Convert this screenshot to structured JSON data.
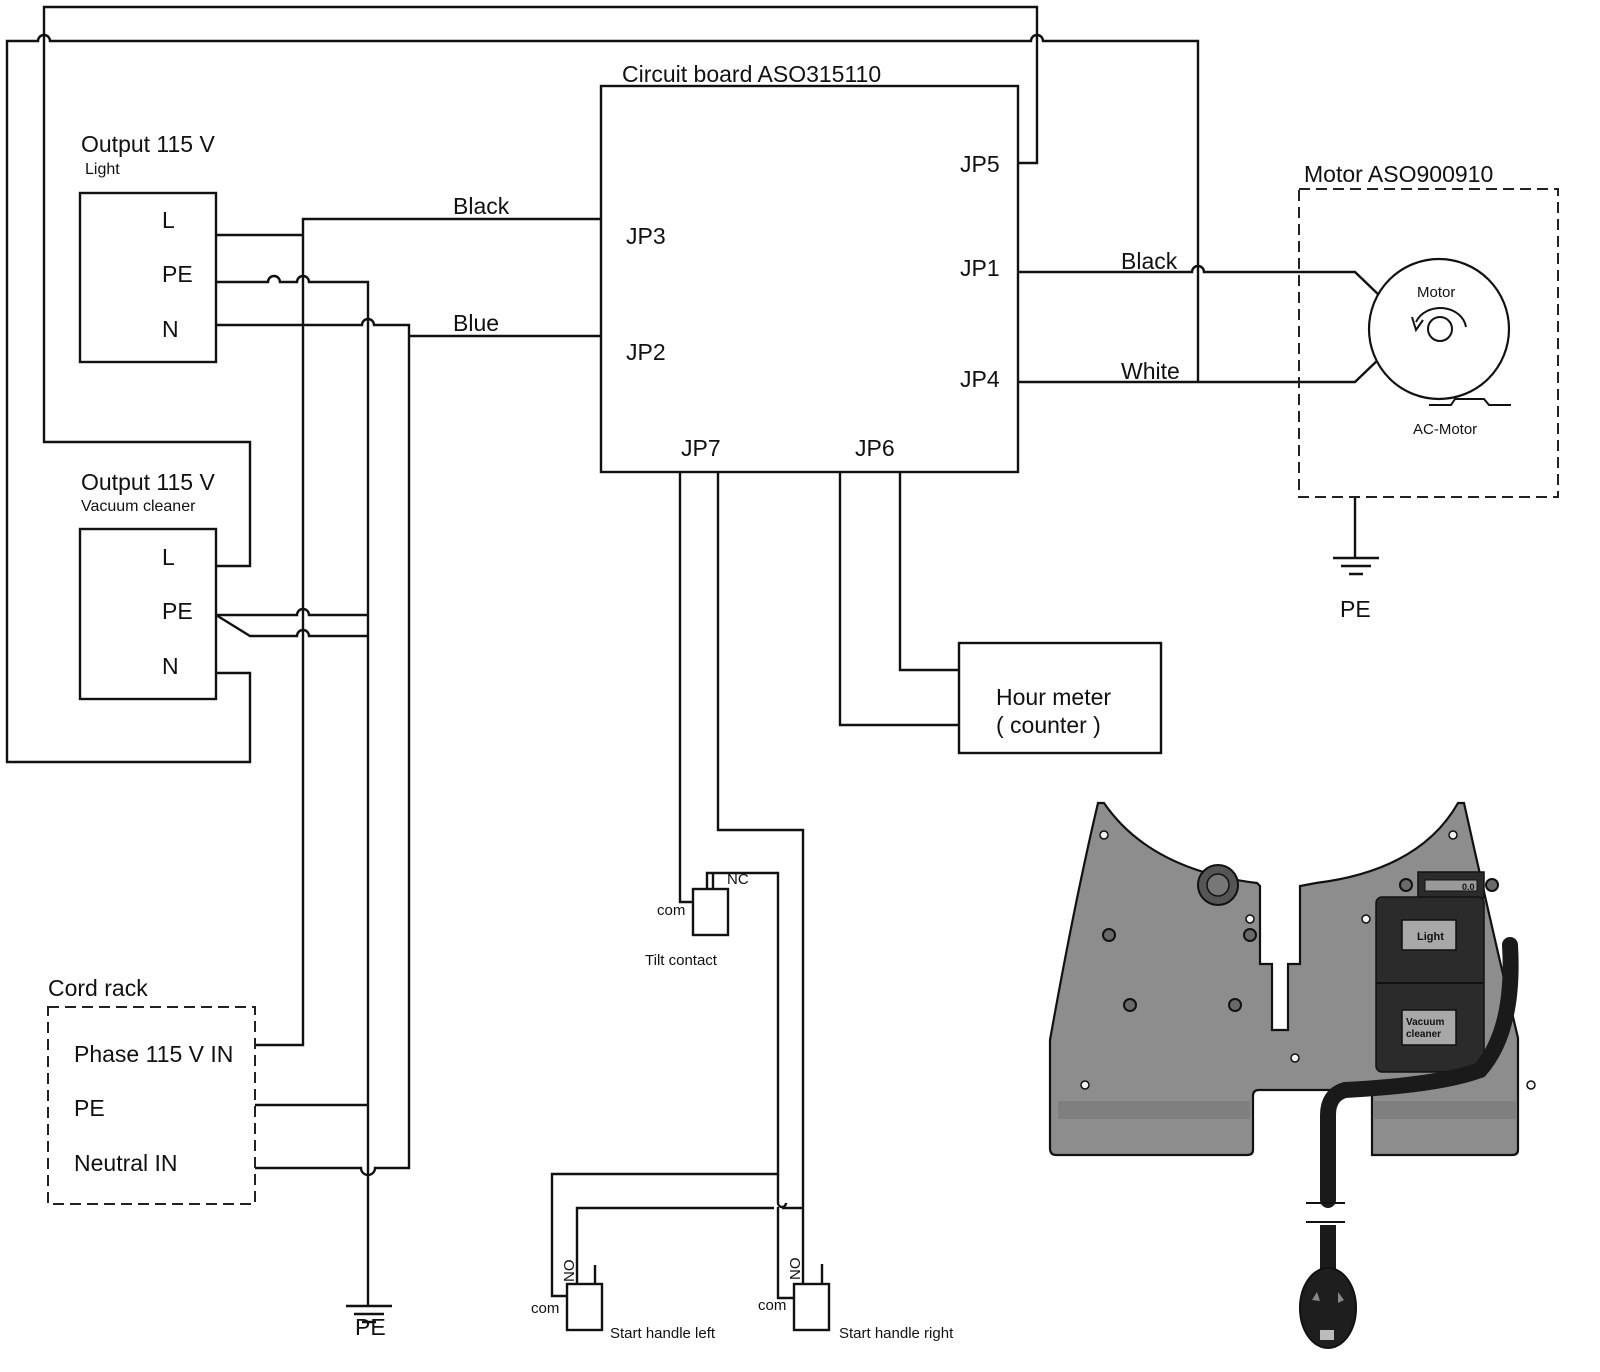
{
  "diagram": {
    "type": "wiring-schematic",
    "circuit_board": {
      "title": "Circuit board ASO315110",
      "connectors": [
        "JP5",
        "JP3",
        "JP1",
        "JP2",
        "JP4",
        "JP7",
        "JP6"
      ]
    },
    "wire_labels": {
      "jp3": "Black",
      "jp2": "Blue",
      "jp1": "Black",
      "jp4": "White"
    },
    "output_light": {
      "title": "Output 115 V",
      "subtitle": "Light",
      "terminals": [
        "L",
        "PE",
        "N"
      ]
    },
    "output_vacuum": {
      "title": "Output 115 V",
      "subtitle": "Vacuum cleaner",
      "terminals": [
        "L",
        "PE",
        "N"
      ]
    },
    "motor": {
      "title": "Motor  ASO900910",
      "inner_label": "Motor",
      "type_label": "AC-Motor",
      "ground_label": "PE"
    },
    "hour_meter": {
      "line1": "Hour meter",
      "line2": "( counter )"
    },
    "cord_rack": {
      "title": "Cord rack",
      "terminals": [
        "Phase 115 V IN",
        "PE",
        "Neutral IN"
      ],
      "ground_label": "PE"
    },
    "tilt_contact": {
      "label": "Tilt contact",
      "com": "com",
      "nc": "NC"
    },
    "start_handle_left": {
      "label": "Start handle left",
      "com": "com",
      "no": "NO"
    },
    "start_handle_right": {
      "label": "Start handle right",
      "com": "com",
      "no": "NO"
    },
    "panel_illustration": {
      "light_label": "Light",
      "vacuum_label_1": "Vacuum",
      "vacuum_label_2": "cleaner",
      "meter_readout": "0.0"
    }
  }
}
